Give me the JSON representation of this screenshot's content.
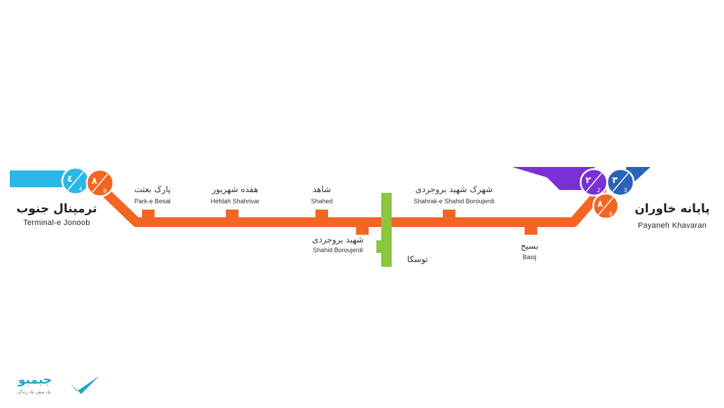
{
  "line": {
    "number": "8",
    "color": "#f26522"
  },
  "terminals": {
    "west": {
      "name_fa": "ترمینال جنوب",
      "name_en": "Terminal-e Jonoob",
      "interchanges": [
        "4",
        "8"
      ]
    },
    "east": {
      "name_fa": "پایانه خاوران",
      "name_en": "Payaneh Khavaran",
      "interchanges": [
        "2",
        "3",
        "8"
      ]
    }
  },
  "stations": [
    {
      "name_fa": "پارک بعثت",
      "name_en": "Park-e Besat"
    },
    {
      "name_fa": "هفده شهریور",
      "name_en": "Hefdah Shahrivar"
    },
    {
      "name_fa": "شاهد",
      "name_en": "Shahed"
    },
    {
      "name_fa": "شهید بروجردی",
      "name_en": "Shahid Boroujerdi"
    },
    {
      "name_fa": "شهرک شهید بروجردی",
      "name_en": "Shahrak-e Shahid Boroujerdi"
    },
    {
      "name_fa": "بسیج",
      "name_en": "Basij"
    }
  ],
  "transfer": {
    "name_fa": "توسکا",
    "color": "#8cc63f"
  },
  "line_colors": {
    "line2": "#7b2fd6",
    "line3": "#2b63b8",
    "line4": "#2bb6e8",
    "line8": "#f26522"
  },
  "branding": {
    "name_fa": "جیمبو",
    "tagline_fa": "یک سفر، یک زندگی",
    "color": "#1aa6c9"
  }
}
